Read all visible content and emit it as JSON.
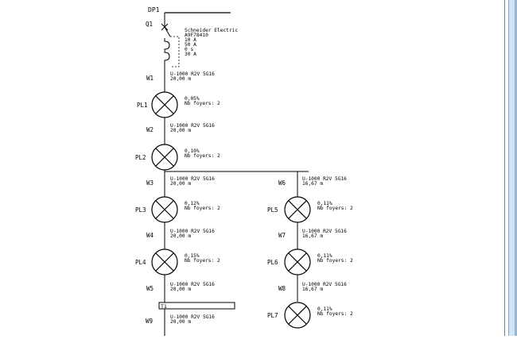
{
  "diagram": {
    "board_label": "DP1",
    "breaker": {
      "label": "Q1",
      "manufacturer": "Schneider Electric",
      "model": "A9F78410",
      "rating_1": "10 A",
      "rating_2": "50 A",
      "delay": "0 s",
      "rating_3": "30 A"
    },
    "cable_w1": {
      "label": "W1",
      "spec": "U-1000 R2V 5G16",
      "length": "20,00 m"
    },
    "lamp_pl1": {
      "label": "PL1",
      "drop": "0,05%",
      "foyers": "Nb foyers: 2"
    },
    "cable_w2": {
      "label": "W2",
      "spec": "U-1000 R2V 5G16",
      "length": "20,00 m"
    },
    "lamp_pl2": {
      "label": "PL2",
      "drop": "0,10%",
      "foyers": "Nb foyers: 2"
    },
    "cable_w3": {
      "label": "W3",
      "spec": "U-1000 R2V 5G16",
      "length": "20,00 m"
    },
    "lamp_pl3": {
      "label": "PL3",
      "drop": "0,12%",
      "foyers": "Nb foyers: 2"
    },
    "cable_w4": {
      "label": "W4",
      "spec": "U-1000 R2V 5G16",
      "length": "20,00 m"
    },
    "lamp_pl4": {
      "label": "PL4",
      "drop": "0,15%",
      "foyers": "Nb foyers: 2"
    },
    "cable_w5": {
      "label": "W5",
      "spec": "U-1000 R2V 5G16",
      "length": "20,00 m"
    },
    "transformer": {
      "label": "T1"
    },
    "cable_w9": {
      "label": "W9",
      "spec": "U-1000 R2V 5G16",
      "length": "20,00 m"
    },
    "cable_w6": {
      "label": "W6",
      "spec": "U-1000 R2V 5G16",
      "length": "16,67 m"
    },
    "lamp_pl5": {
      "label": "PL5",
      "drop": "0,11%",
      "foyers": "Nb foyers: 2"
    },
    "cable_w7": {
      "label": "W7",
      "spec": "U-1000 R2V 5G16",
      "length": "16,67 m"
    },
    "lamp_pl6": {
      "label": "PL6",
      "drop": "0,11%",
      "foyers": "Nb foyers: 2"
    },
    "cable_w8": {
      "label": "W8",
      "spec": "U-1000 R2V 5G16",
      "length": "16,67 m"
    },
    "lamp_pl7": {
      "label": "PL7",
      "drop": "0,11%",
      "foyers": "Nb foyers: 2"
    }
  }
}
